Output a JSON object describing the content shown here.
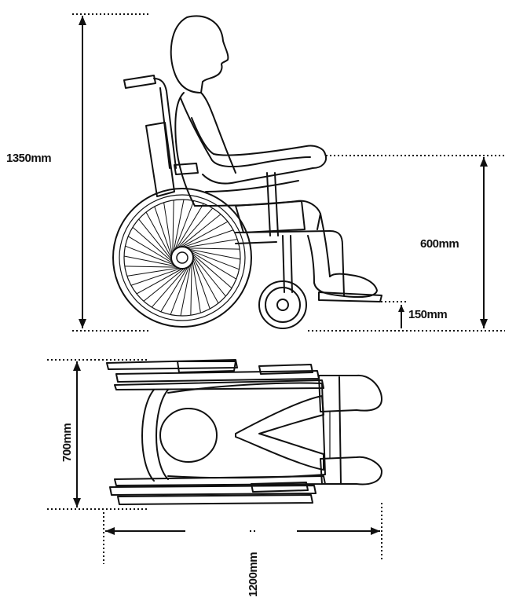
{
  "dimensions": {
    "overall_height": "1350mm",
    "armrest_height": "600mm",
    "footrest_height": "150mm",
    "overall_width": "700mm",
    "overall_length": "1200mm"
  },
  "colors": {
    "ink": "#111111",
    "background": "#ffffff"
  }
}
